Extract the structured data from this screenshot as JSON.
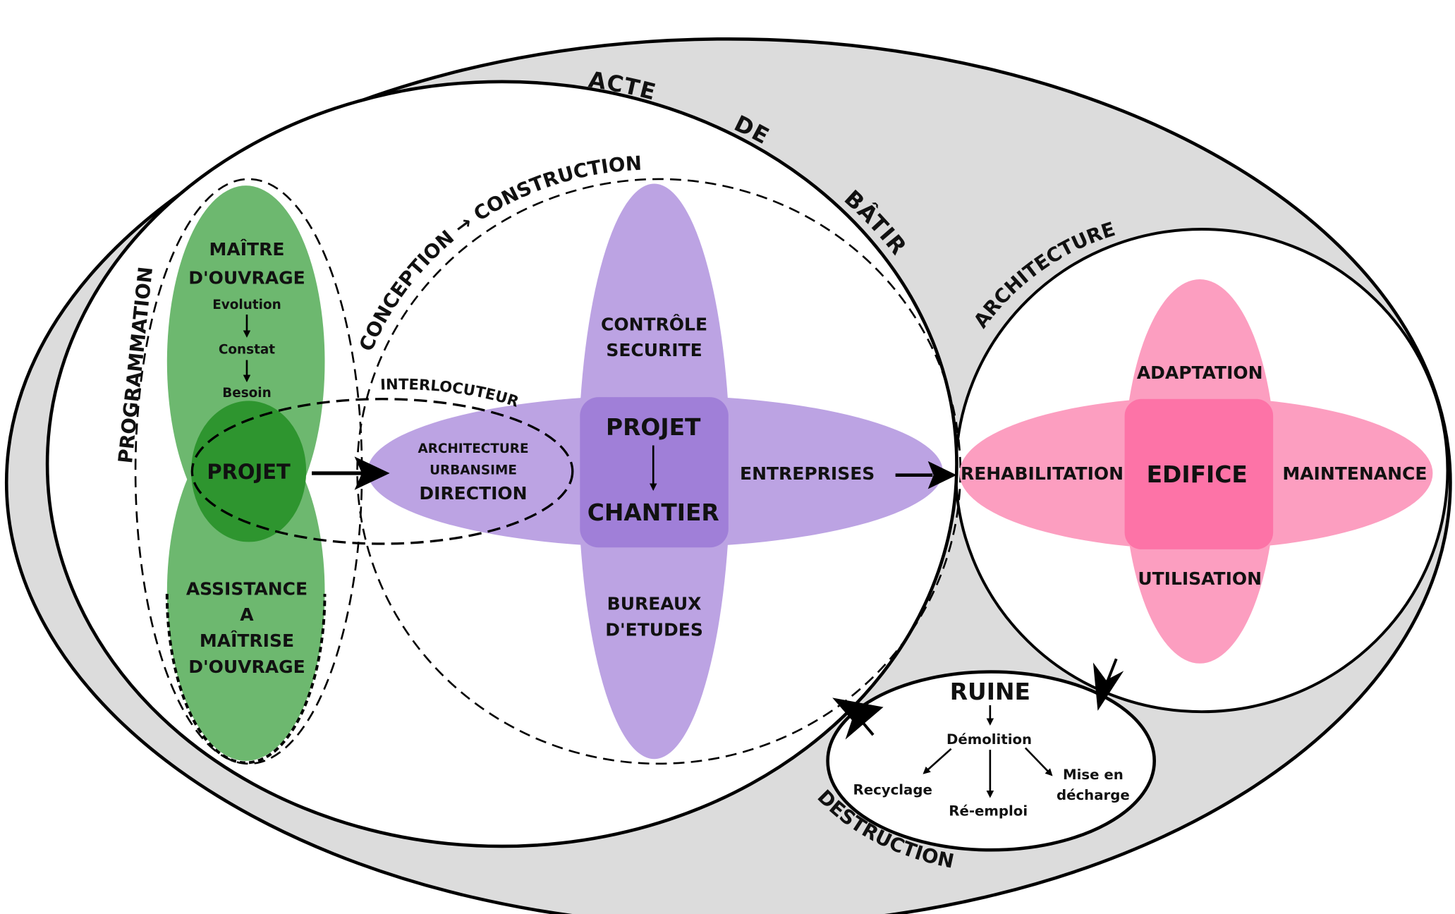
{
  "title_ring": [
    "ACTE",
    "DE",
    "BÂTIR"
  ],
  "phases": {
    "programmation": "PROGRAMMATION",
    "conception_construction": "CONCEPTION → CONSTRUCTION",
    "conception": "CONCEPTION",
    "construction": "CONSTRUCTION",
    "architecture": "ARCHITECTURE",
    "destruction": "DESTRUCTION",
    "interlocuteur": "INTERLOCUTEUR"
  },
  "programmation": {
    "maitre_ouvrage": [
      "MAÎTRE",
      "D'OUVRAGE"
    ],
    "steps": [
      "Evolution",
      "Constat",
      "Besoin"
    ],
    "projet": "PROJET",
    "assistance": [
      "ASSISTANCE",
      "A",
      "MAÎTRISE",
      "D'OUVRAGE"
    ]
  },
  "conception": {
    "direction_block": [
      "ARCHITECTURE",
      "URBANSIME",
      "DIRECTION"
    ],
    "controle": [
      "CONTRÔLE",
      "SECURITE"
    ],
    "projet": "PROJET",
    "chantier": "CHANTIER",
    "entreprises": "ENTREPRISES",
    "bureaux": [
      "BUREAUX",
      "D'ETUDES"
    ]
  },
  "architecture": {
    "adaptation": "ADAPTATION",
    "rehabilitation": "REHABILITATION",
    "edifice": "EDIFICE",
    "maintenance": "MAINTENANCE",
    "utilisation": "UTILISATION"
  },
  "ruine": {
    "title": "RUINE",
    "demolition": "Démolition",
    "recyclage": "Recyclage",
    "reemploi": "Ré-emploi",
    "mise_en_decharge": [
      "Mise en",
      "décharge"
    ]
  },
  "colors": {
    "outer_ring": "#dcdcdc",
    "green_light": "#6db86f",
    "green_dark": "#2e952f",
    "purple_light": "#bca3e3",
    "purple_dark": "#a07fd8",
    "pink_light": "#fc9ec0",
    "pink_dark": "#fd73a7"
  }
}
